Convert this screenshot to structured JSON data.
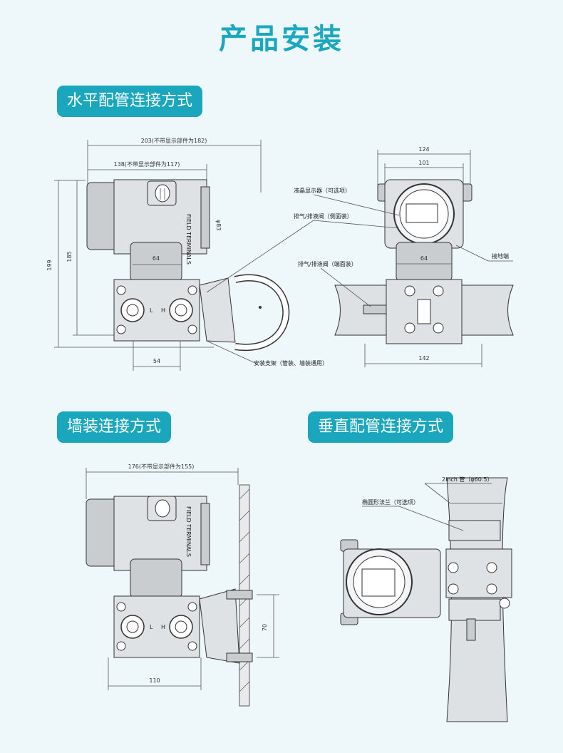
{
  "page": {
    "title": "产品安装"
  },
  "sections": {
    "horizontal": {
      "label": "水平配管连接方式"
    },
    "wall": {
      "label": "墙装连接方式"
    },
    "vertical": {
      "label": "垂直配管连接方式"
    }
  },
  "horizontal_dims": {
    "total_width": "203(不带显示部件为182)",
    "body_width": "138(不带显示部件为117)",
    "height_total": "199",
    "height_body": "185",
    "diameter": "φ83",
    "neck_width": "64",
    "flange_width": "54",
    "bracket_note": "安装支架（管装、墙装通用）",
    "cover_text": "FIELD TERMINALS",
    "flange_marks": [
      "L",
      "H"
    ]
  },
  "side_view": {
    "width_outer": "124",
    "width_inner": "101",
    "neck_width": "64",
    "flange_width": "142",
    "display_label": "液晶显示器（可选项）",
    "vent_side_label": "排气/排液阀（侧面装）",
    "vent_end_label": "排气/排液阀（端面装）",
    "ground_label": "接地端"
  },
  "wall_dims": {
    "total_width": "176(不带显示部件为155)",
    "spacing": "70",
    "flange_width": "110",
    "cover_text": "FIELD TERMINALS",
    "flange_marks": [
      "L",
      "H"
    ]
  },
  "vertical_dims": {
    "pipe_label": "2inch 管（φ60.5）",
    "flange_label": "椭圆形法兰（可选项）"
  },
  "colors": {
    "accent": "#1aa6bd",
    "title": "#19a8bf",
    "background": "#eef7fa"
  }
}
